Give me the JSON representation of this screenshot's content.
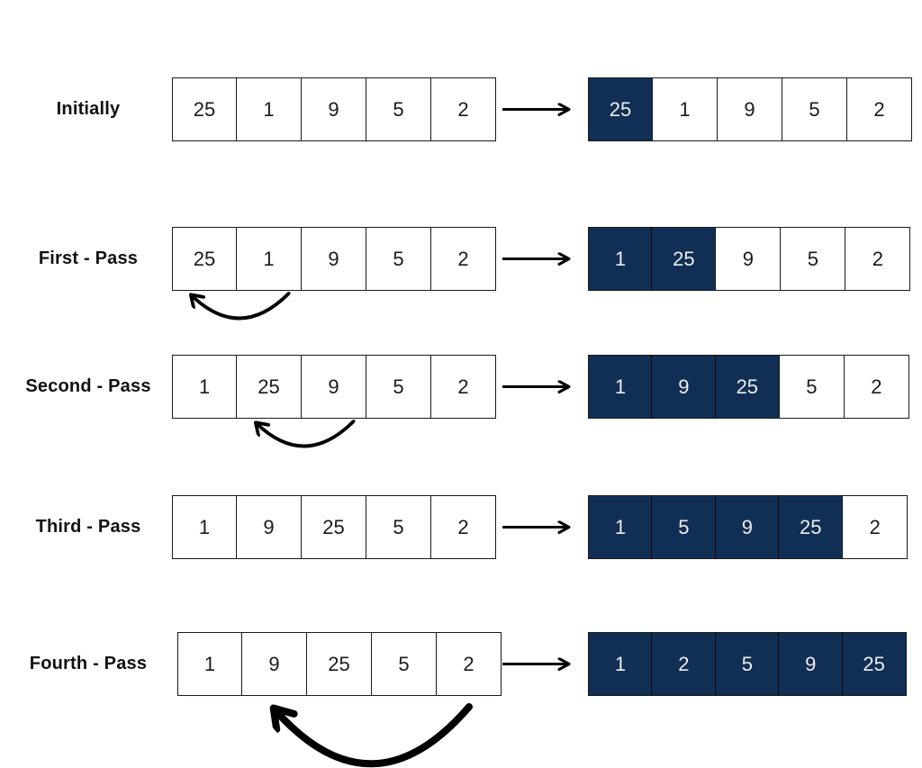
{
  "diagram": {
    "title": "sorting-passes",
    "colors": {
      "highlight_fill": "#112e55",
      "highlight_text": "#ececec",
      "cell_text": "#1a1a1a",
      "cell_border": "#1a1a1a",
      "arrow": "#000000",
      "background": "#ffffff"
    },
    "rows": [
      {
        "label": "Initially",
        "left": {
          "values": [
            "25",
            "1",
            "9",
            "5",
            "2"
          ],
          "highlighted": []
        },
        "right": {
          "values": [
            "25",
            "1",
            "9",
            "5",
            "2"
          ],
          "highlighted": [
            0
          ]
        },
        "swap_arc": null
      },
      {
        "label": "First - Pass",
        "left": {
          "values": [
            "25",
            "1",
            "9",
            "5",
            "2"
          ],
          "highlighted": []
        },
        "right": {
          "values": [
            "1",
            "25",
            "9",
            "5",
            "2"
          ],
          "highlighted": [
            0,
            1
          ]
        },
        "swap_arc": {
          "from_index": 1,
          "to_index": 0,
          "weight": "normal"
        }
      },
      {
        "label": "Second - Pass",
        "left": {
          "values": [
            "1",
            "25",
            "9",
            "5",
            "2"
          ],
          "highlighted": []
        },
        "right": {
          "values": [
            "1",
            "9",
            "25",
            "5",
            "2"
          ],
          "highlighted": [
            0,
            1,
            2
          ]
        },
        "swap_arc": {
          "from_index": 2,
          "to_index": 1,
          "weight": "normal"
        }
      },
      {
        "label": "Third - Pass",
        "left": {
          "values": [
            "1",
            "9",
            "25",
            "5",
            "2"
          ],
          "highlighted": []
        },
        "right": {
          "values": [
            "1",
            "5",
            "9",
            "25",
            "2"
          ],
          "highlighted": [
            0,
            1,
            2,
            3
          ]
        },
        "swap_arc": null
      },
      {
        "label": "Fourth - Pass",
        "left": {
          "values": [
            "1",
            "9",
            "25",
            "5",
            "2"
          ],
          "highlighted": []
        },
        "right": {
          "values": [
            "1",
            "2",
            "5",
            "9",
            "25"
          ],
          "highlighted": [
            0,
            1,
            2,
            3,
            4
          ]
        },
        "swap_arc": {
          "from_index": 4,
          "to_index": 1,
          "weight": "bold"
        }
      }
    ]
  }
}
